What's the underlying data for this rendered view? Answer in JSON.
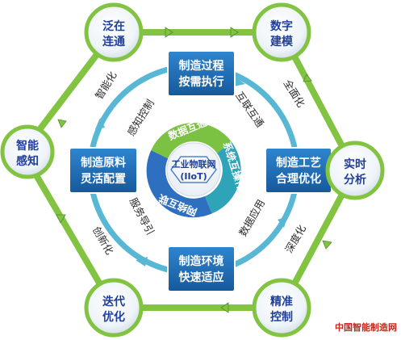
{
  "outer_nodes": [
    {
      "id": "fanzai",
      "lines": [
        "泛在",
        "连通"
      ]
    },
    {
      "id": "shuzi",
      "lines": [
        "数字",
        "建模"
      ]
    },
    {
      "id": "shishi",
      "lines": [
        "实时",
        "分析"
      ]
    },
    {
      "id": "jingzhun",
      "lines": [
        "精准",
        "控制"
      ]
    },
    {
      "id": "diedai",
      "lines": [
        "迭代",
        "优化"
      ]
    },
    {
      "id": "zhineng",
      "lines": [
        "智能",
        "感知"
      ]
    }
  ],
  "edge_labels": {
    "top_left": "智能化",
    "top_right": "全面化",
    "bottom_right": "深度化",
    "bottom_left": "创新化"
  },
  "boxes": {
    "top": [
      "制造过程",
      "按需执行"
    ],
    "right": [
      "制造工艺",
      "合理优化"
    ],
    "bottom": [
      "制造环境",
      "快速适应"
    ],
    "left": [
      "制造原料",
      "灵活配置"
    ]
  },
  "ring_labels": {
    "upper_left": "感知控制",
    "upper_right": "互联互通",
    "lower_right": "数据应用",
    "lower_left": "服务导引"
  },
  "segments": {
    "top": "数据互通",
    "right": "系统互操作",
    "bottom": "网络互联"
  },
  "hub": {
    "line1": "工业物联网",
    "line2": "(IIoT)"
  },
  "watermark": "中国智能制造网",
  "colors": {
    "hexagon": "#82c341",
    "ring": "#57b7d4",
    "box": "#1e6fb8",
    "node_text": "#1f3f99",
    "segment_green": "#7cc242",
    "segment_teal": "#2fa3b8",
    "segment_blue": "#2f6fc0",
    "watermark": "#c4251d"
  }
}
